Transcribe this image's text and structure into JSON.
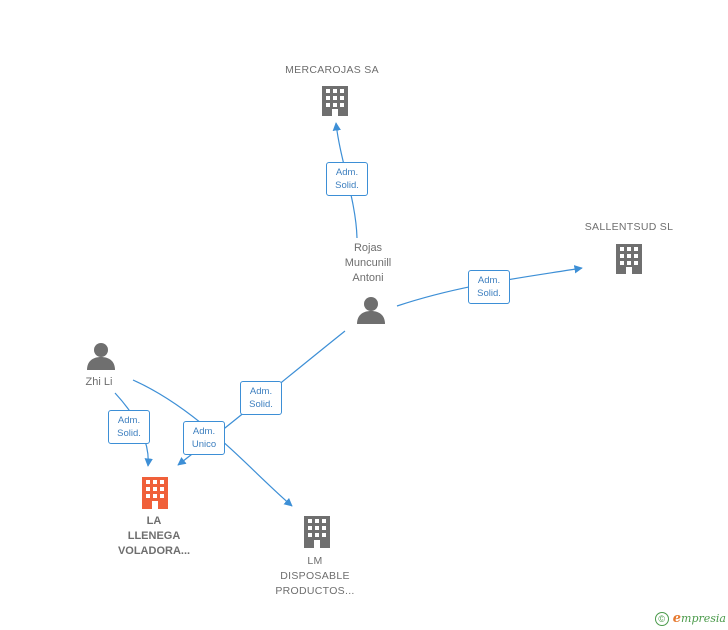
{
  "colors": {
    "edge": "#3d8fd6",
    "company_icon": "#6f6f6f",
    "company_icon_highlight": "#f0603a",
    "person_icon": "#6f6f6f",
    "label_text": "#6e6e6e",
    "footer_brand": "#4a9a4a"
  },
  "nodes": {
    "mercarojas": {
      "label": "MERCAROJAS SA",
      "icon": "building-icon"
    },
    "sallentsud": {
      "label": "SALLENTSUD SL",
      "icon": "building-icon"
    },
    "rojas": {
      "label_lines": [
        "Rojas",
        "Muncunill",
        "Antoni"
      ],
      "icon": "person-icon"
    },
    "zhili": {
      "label": "Zhi Li",
      "icon": "person-icon"
    },
    "llenega": {
      "label_lines": [
        "LA",
        "LLENEGA",
        "VOLADORA..."
      ],
      "icon": "building-icon",
      "highlight": true
    },
    "lm": {
      "label_lines": [
        "LM",
        "DISPOSABLE",
        "PRODUCTOS..."
      ],
      "icon": "building-icon"
    }
  },
  "edges": {
    "rojas_mercarojas": {
      "lines": [
        "Adm.",
        "Solid."
      ]
    },
    "rojas_sallentsud": {
      "lines": [
        "Adm.",
        "Solid."
      ]
    },
    "rojas_llenega": {
      "lines": [
        "Adm.",
        "Solid."
      ]
    },
    "zhili_llenega": {
      "lines": [
        "Adm.",
        "Solid."
      ]
    },
    "zhili_lm": {
      "lines": [
        "Adm.",
        "Unico"
      ]
    }
  },
  "footer": {
    "copyright_symbol": "©",
    "brand_initial": "e",
    "brand_rest": "mpresia"
  }
}
